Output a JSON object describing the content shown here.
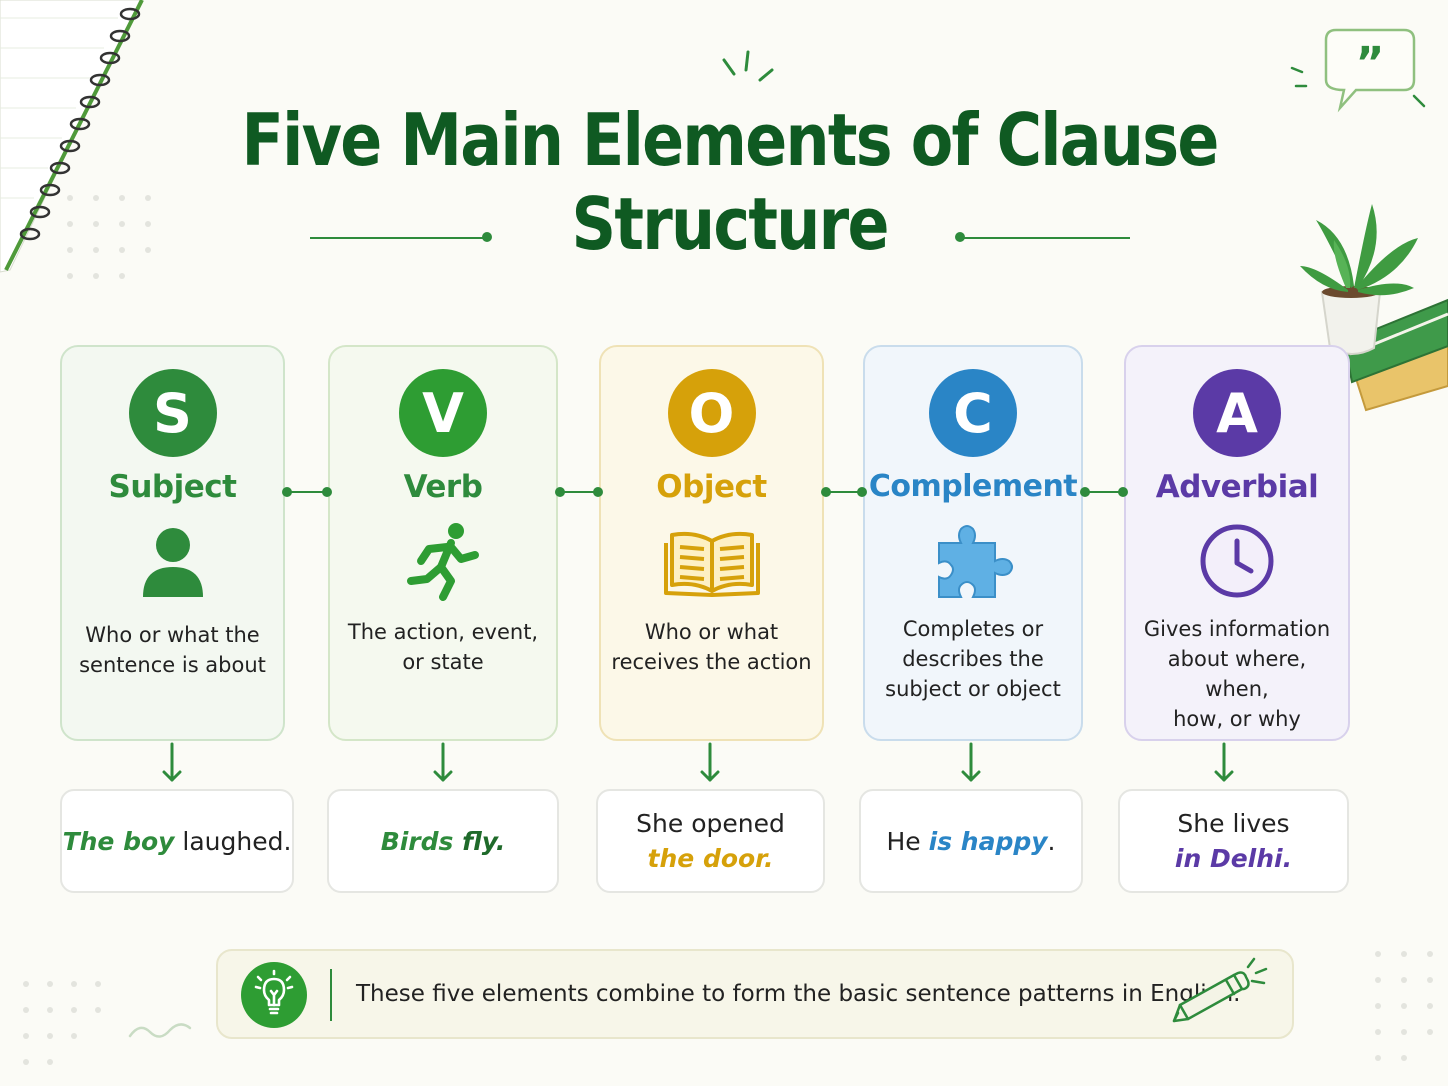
{
  "title": "Five Main Elements of Clause Structure",
  "colors": {
    "title": "#0f5a22",
    "subject": "#2e8b3c",
    "verb": "#2e9d33",
    "object": "#d6a10a",
    "complement": "#2a85c6",
    "adverbial": "#5b3aa6"
  },
  "elements": [
    {
      "letter": "S",
      "name": "Subject",
      "icon": "person-icon",
      "description_lines": [
        "Who or what the",
        "sentence is about"
      ],
      "example": {
        "before": "",
        "highlight": "The boy",
        "after": " laughed."
      }
    },
    {
      "letter": "V",
      "name": "Verb",
      "icon": "running-person-icon",
      "description_lines": [
        "The action, event,",
        "or state"
      ],
      "example": {
        "before": "Birds ",
        "highlight": "fly",
        "after": "."
      }
    },
    {
      "letter": "O",
      "name": "Object",
      "icon": "open-book-icon",
      "description_lines": [
        "Who or what",
        "receives the action"
      ],
      "example": {
        "before": "She opened",
        "highlight": "the door",
        "after": "."
      }
    },
    {
      "letter": "C",
      "name": "Complement",
      "icon": "puzzle-piece-icon",
      "description_lines": [
        "Completes or",
        "describes the",
        "subject or object"
      ],
      "example": {
        "before": "He ",
        "highlight": "is happy",
        "after": "."
      }
    },
    {
      "letter": "A",
      "name": "Adverbial",
      "icon": "clock-icon",
      "description_lines": [
        "Gives information",
        "about where, when,",
        "how, or why"
      ],
      "example": {
        "before": "She lives",
        "highlight": "in Delhi",
        "after": "."
      }
    }
  ],
  "note": {
    "icon": "lightbulb-icon",
    "text": "These five elements combine to form the basic sentence patterns in English."
  }
}
